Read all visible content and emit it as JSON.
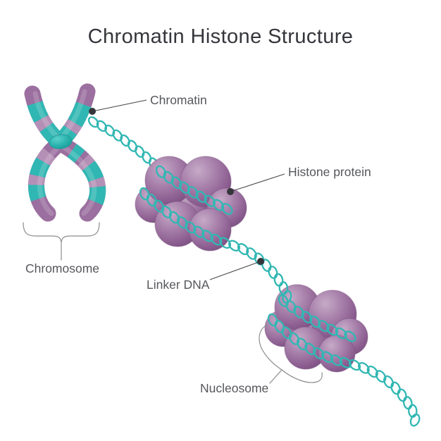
{
  "title": "Chromatin Histone Structure",
  "labels": {
    "chromatin": "Chromatin",
    "histone_protein": "Histone protein",
    "linker_dna": "Linker DNA",
    "chromosome": "Chromosome",
    "nucleosome": "Nucleosome"
  },
  "colors": {
    "background": "#ffffff",
    "title_text": "#35363b",
    "label_text": "#56575b",
    "leader_line": "#47484c",
    "brace_line": "#8b8c90",
    "marker_dot": "#35363c",
    "dna_teal": "#31b7b3",
    "dna_teal_dark": "#1f9e9b",
    "chromosome_purple": "#9b6f9f",
    "chromosome_purple_light": "#b897ba",
    "chromosome_purple_dark": "#7c527f",
    "histone_purple_light": "#c3a7c5",
    "histone_purple": "#a57da8",
    "histone_purple_dark": "#84588a"
  }
}
